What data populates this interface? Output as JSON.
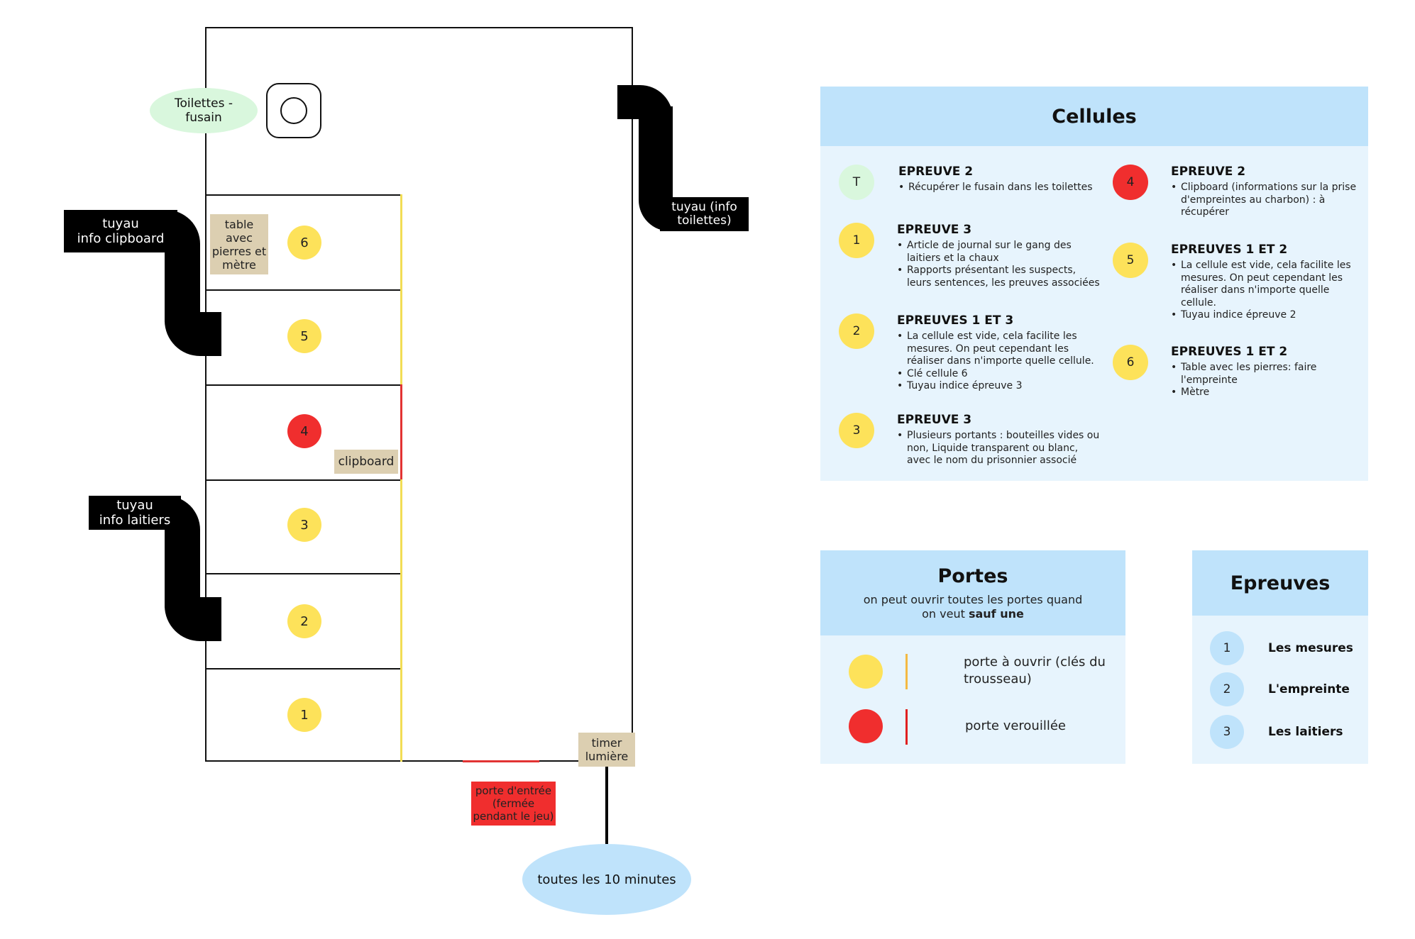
{
  "colors": {
    "yellow": "#fde25a",
    "red": "#f02e2e",
    "green_light": "#d9f7dd",
    "beige": "#dccfb1",
    "panel_bg": "#e7f4fd",
    "panel_head": "#bfe3fb",
    "black": "#000000"
  },
  "plan": {
    "toilet_label": [
      "Toilettes -",
      "fusain"
    ],
    "table_tag": [
      "table avec",
      "pierres et",
      "mètre"
    ],
    "clipboard_tag": "clipboard",
    "timer_tag": [
      "timer",
      "lumière"
    ],
    "entrance_tag": [
      "porte d'entrée",
      "(fermée",
      "pendant le jeu)"
    ],
    "timer_note": "toutes les 10 minutes",
    "pipes": {
      "clipboard": [
        "tuyau",
        "info clipboard"
      ],
      "laitiers": [
        "tuyau",
        "info laitiers"
      ],
      "toilettes": [
        "tuyau (info",
        "toilettes)"
      ]
    },
    "cells": [
      "6",
      "5",
      "4",
      "3",
      "2",
      "1"
    ]
  },
  "cellules": {
    "title": "Cellules",
    "left": [
      {
        "badge": "T",
        "badge_color": "green",
        "title": "EPREUVE 2",
        "bullets": [
          "Récupérer le fusain dans les toilettes"
        ]
      },
      {
        "badge": "1",
        "badge_color": "yellow",
        "title": "EPREUVE 3",
        "bullets": [
          "Article de journal sur le gang des laitiers et la chaux",
          "Rapports présentant les suspects, leurs sentences, les preuves associées"
        ]
      },
      {
        "badge": "2",
        "badge_color": "yellow",
        "title": "EPREUVES 1 ET 3",
        "bullets": [
          "La cellule est vide, cela facilite les mesures. On peut cependant les réaliser dans n'importe quelle cellule.",
          "Clé cellule 6",
          "Tuyau indice épreuve 3"
        ]
      },
      {
        "badge": "3",
        "badge_color": "yellow",
        "title": "EPREUVE 3",
        "bullets": [
          "Plusieurs portants : bouteilles vides ou non, Liquide transparent ou blanc, avec le nom du prisonnier associé"
        ]
      }
    ],
    "right": [
      {
        "badge": "4",
        "badge_color": "red",
        "title": "EPREUVE 2",
        "bullets": [
          "Clipboard (informations sur la prise d'empreintes au charbon) : à récupérer"
        ]
      },
      {
        "badge": "5",
        "badge_color": "yellow",
        "title": "EPREUVES 1 ET 2",
        "bullets": [
          "La cellule est vide, cela facilite les mesures. On peut cependant les réaliser dans n'importe quelle cellule.",
          "Tuyau indice épreuve 2"
        ]
      },
      {
        "badge": "6",
        "badge_color": "yellow",
        "title": "EPREUVES 1 ET 2",
        "bullets": [
          "Table avec les pierres: faire l'empreinte",
          "Mètre"
        ]
      }
    ]
  },
  "portes": {
    "title": "Portes",
    "subtitle_line1": "on peut ouvrir toutes les portes quand",
    "subtitle_line2_prefix": "on veut ",
    "subtitle_line2_bold": "sauf une",
    "legend": [
      {
        "color": "yellow",
        "line_color": "#f4b942",
        "label": [
          "porte à ouvrir (clés du",
          "trousseau)"
        ]
      },
      {
        "color": "red",
        "line_color": "#e02020",
        "label": [
          "porte verouillée"
        ]
      }
    ]
  },
  "epreuves": {
    "title": "Epreuves",
    "items": [
      {
        "num": "1",
        "label": "Les mesures"
      },
      {
        "num": "2",
        "label": "L'empreinte"
      },
      {
        "num": "3",
        "label": "Les laitiers"
      }
    ]
  }
}
